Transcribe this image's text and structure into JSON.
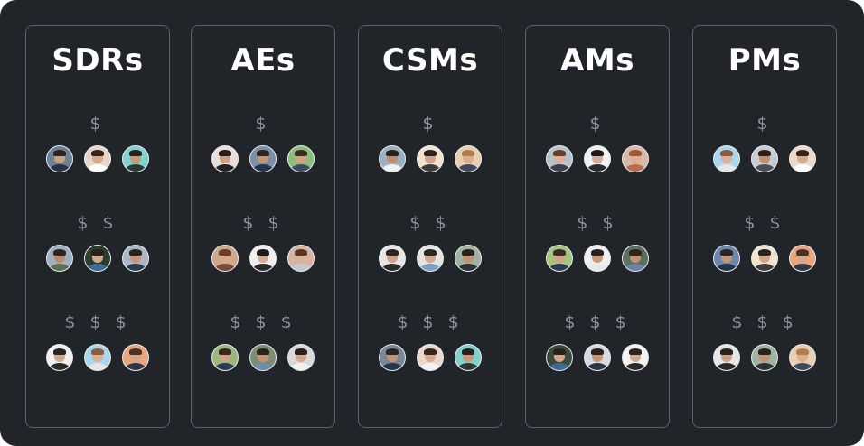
{
  "columns": [
    {
      "title": "SDRs",
      "tiers": [
        {
          "price": "$",
          "avatars": [
            {
              "bg": "#6d8095",
              "skin": "#caa083",
              "shirt": "#2a3345",
              "hair": "#2b2420"
            },
            {
              "bg": "#e9d7cc",
              "skin": "#d8a98d",
              "shirt": "#ffffff",
              "hair": "#3a2418"
            },
            {
              "bg": "#7fd2cf",
              "skin": "#c99a7a",
              "shirt": "#2c3a36",
              "hair": "#2a211c"
            }
          ]
        },
        {
          "price": "$ $",
          "avatars": [
            {
              "bg": "#9fb0c1",
              "skin": "#b98a6a",
              "shirt": "#5d6e55",
              "hair": "#2c241f"
            },
            {
              "bg": "#2a3d2e",
              "skin": "#d2a98b",
              "shirt": "#3d6c96",
              "hair": "#2a211d"
            },
            {
              "bg": "#a8b8c8",
              "skin": "#c79476",
              "shirt": "#313a4a",
              "hair": "#2a221e"
            }
          ]
        },
        {
          "price": "$ $ $",
          "avatars": [
            {
              "bg": "#efefef",
              "skin": "#d3aa90",
              "shirt": "#2b2b2b",
              "hair": "#2b2522"
            },
            {
              "bg": "#a9d6f0",
              "skin": "#dab199",
              "shirt": "#e6e6e6",
              "hair": "#8a5d3d"
            },
            {
              "bg": "#e8a57e",
              "skin": "#d6a68a",
              "shirt": "#2f3646",
              "hair": "#4a3224"
            }
          ]
        }
      ]
    },
    {
      "title": "AEs",
      "tiers": [
        {
          "price": "$",
          "avatars": [
            {
              "bg": "#eadfd8",
              "skin": "#cf9f83",
              "shirt": "#222222",
              "hair": "#2a1d17"
            },
            {
              "bg": "#7d8fa8",
              "skin": "#c49674",
              "shirt": "#26344b",
              "hair": "#2b241f"
            },
            {
              "bg": "#8cbf7e",
              "skin": "#d1a282",
              "shirt": "#3f4c5d",
              "hair": "#3a2b20"
            }
          ]
        },
        {
          "price": "$ $",
          "avatars": [
            {
              "bg": "#cfa889",
              "skin": "#d7a98c",
              "shirt": "#7a4a36",
              "hair": "#6b3d25"
            },
            {
              "bg": "#efefef",
              "skin": "#d4ad93",
              "shirt": "#2a2a2a",
              "hair": "#1f1a18"
            },
            {
              "bg": "#d7b3a3",
              "skin": "#dab29a",
              "shirt": "#c4c8d0",
              "hair": "#5a3526"
            }
          ]
        },
        {
          "price": "$ $ $",
          "avatars": [
            {
              "bg": "#9ab87c",
              "skin": "#cfa487",
              "shirt": "#2d3d58",
              "hair": "#3a2a1f"
            },
            {
              "bg": "#7d8d74",
              "skin": "#c49675",
              "shirt": "#6b8cae",
              "hair": "#2d231d"
            },
            {
              "bg": "#d9d9d9",
              "skin": "#d5a88a",
              "shirt": "#f1f1f1",
              "hair": "#2a211d"
            }
          ]
        }
      ]
    },
    {
      "title": "CSMs",
      "tiers": [
        {
          "price": "$",
          "avatars": [
            {
              "bg": "#9bb1c2",
              "skin": "#bf8d6c",
              "shirt": "#f1f1f1",
              "hair": "#2a221c"
            },
            {
              "bg": "#f0e4cf",
              "skin": "#d2a588",
              "shirt": "#3c3c3c",
              "hair": "#2b231f"
            },
            {
              "bg": "#e7cfb1",
              "skin": "#dcae90",
              "shirt": "#3d4a5e",
              "hair": "#b07d4c"
            }
          ]
        },
        {
          "price": "$ $",
          "avatars": [
            {
              "bg": "#e6e6e6",
              "skin": "#d0a286",
              "shirt": "#2a2a2a",
              "hair": "#2a231f"
            },
            {
              "bg": "#e4e4e4",
              "skin": "#d3a78a",
              "shirt": "#7c9fc2",
              "hair": "#2d2520"
            },
            {
              "bg": "#9eb3a1",
              "skin": "#c39372",
              "shirt": "#2d3335",
              "hair": "#2a221d"
            }
          ]
        },
        {
          "price": "$ $ $",
          "avatars": [
            {
              "bg": "#7a8796",
              "skin": "#c49574",
              "shirt": "#26344b",
              "hair": "#2b2420"
            },
            {
              "bg": "#ead8cf",
              "skin": "#d9ac90",
              "shirt": "#f3f3f3",
              "hair": "#3a2418"
            },
            {
              "bg": "#7fd2cf",
              "skin": "#c99a7a",
              "shirt": "#2c3a36",
              "hair": "#2a211c"
            }
          ]
        }
      ]
    },
    {
      "title": "AMs",
      "tiers": [
        {
          "price": "$",
          "avatars": [
            {
              "bg": "#b8c2cc",
              "skin": "#dcb09a",
              "shirt": "#3a3f4a",
              "hair": "#6a3f27"
            },
            {
              "bg": "#f0f0f0",
              "skin": "#d4ad93",
              "shirt": "#2a2a2a",
              "hair": "#1f1a18"
            },
            {
              "bg": "#d9b8a8",
              "skin": "#dbaf96",
              "shirt": "#b86d4b",
              "hair": "#9a5a36"
            }
          ]
        },
        {
          "price": "$ $",
          "avatars": [
            {
              "bg": "#a7c47d",
              "skin": "#cfa487",
              "shirt": "#2e3b52",
              "hair": "#3b2b20"
            },
            {
              "bg": "#efefef",
              "skin": "#c99b7b",
              "shirt": "#e8e8e8",
              "hair": "#2a211d"
            },
            {
              "bg": "#5c7062",
              "skin": "#c49372",
              "shirt": "#6b86a3",
              "hair": "#2d241e"
            }
          ]
        },
        {
          "price": "$ $ $",
          "avatars": [
            {
              "bg": "#3a4a3d",
              "skin": "#d2a98b",
              "shirt": "#3d6c96",
              "hair": "#2a211d"
            },
            {
              "bg": "#d6dbe2",
              "skin": "#c89677",
              "shirt": "#2a3549",
              "hair": "#2a221e"
            },
            {
              "bg": "#f2f2f2",
              "skin": "#d3aa90",
              "shirt": "#2b2b2b",
              "hair": "#2b2522"
            }
          ]
        }
      ]
    },
    {
      "title": "PMs",
      "tiers": [
        {
          "price": "$",
          "avatars": [
            {
              "bg": "#a9d6f0",
              "skin": "#dab199",
              "shirt": "#e6e6e6",
              "hair": "#8a5d3d"
            },
            {
              "bg": "#c6ccd3",
              "skin": "#c48f6d",
              "shirt": "#4a4f57",
              "hair": "#2a211c"
            },
            {
              "bg": "#eadad0",
              "skin": "#d7a98d",
              "shirt": "#ffffff",
              "hair": "#3a2418"
            }
          ]
        },
        {
          "price": "$ $",
          "avatars": [
            {
              "bg": "#6d87b5",
              "skin": "#c69777",
              "shirt": "#24324a",
              "hair": "#2b2420"
            },
            {
              "bg": "#f0e4cf",
              "skin": "#d2a588",
              "shirt": "#3c3c3c",
              "hair": "#2b231f"
            },
            {
              "bg": "#e8a57e",
              "skin": "#d6a68a",
              "shirt": "#2f3646",
              "hair": "#4a3224"
            }
          ]
        },
        {
          "price": "$ $ $",
          "avatars": [
            {
              "bg": "#e6e6e6",
              "skin": "#d0a286",
              "shirt": "#2a2a2a",
              "hair": "#2a231f"
            },
            {
              "bg": "#9eb3a1",
              "skin": "#c39372",
              "shirt": "#2d3335",
              "hair": "#2a221d"
            },
            {
              "bg": "#e7cfb1",
              "skin": "#dcae90",
              "shirt": "#3d4a5e",
              "hair": "#b07d4c"
            }
          ]
        }
      ]
    }
  ]
}
